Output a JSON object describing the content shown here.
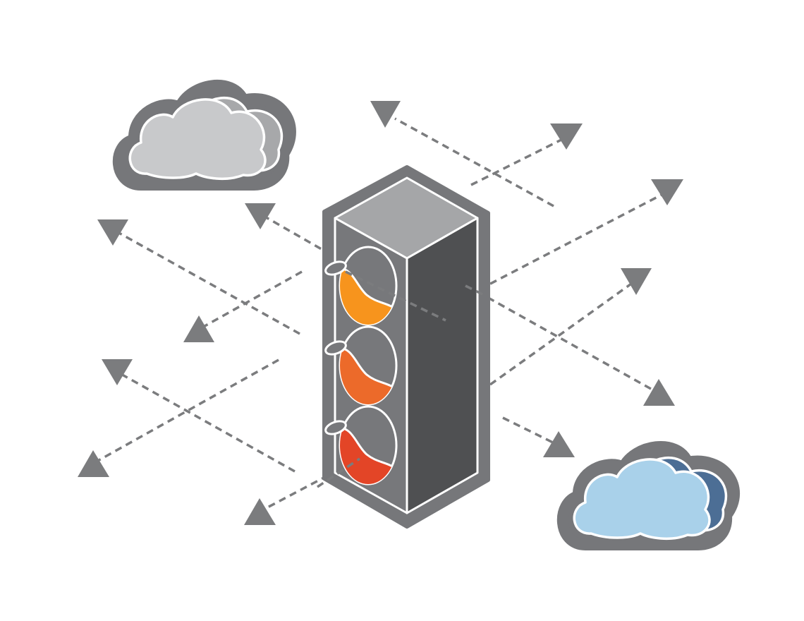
{
  "title": "",
  "colors": {
    "background": "#ffffff",
    "outline": "#76777a",
    "arrow": "#7b7c7e",
    "cloud_gray_fill": "#c8c9cb",
    "cloud_gray_back": "#a7a8aa",
    "cloud_blue_fill": "#a9d1ea",
    "cloud_blue_back": "#4c6e95",
    "tower_top": "#a5a6a8",
    "tower_front": "#77787b",
    "tower_side": "#4f5052",
    "light_top": "#f7941d",
    "light_middle": "#ec6a2a",
    "light_bottom": "#e34527"
  },
  "icons": [
    "gray-cloud-icon",
    "blue-cloud-icon",
    "traffic-light-tower-icon",
    "dashed-arrow-icon"
  ],
  "lights": [
    "top",
    "middle",
    "bottom"
  ]
}
